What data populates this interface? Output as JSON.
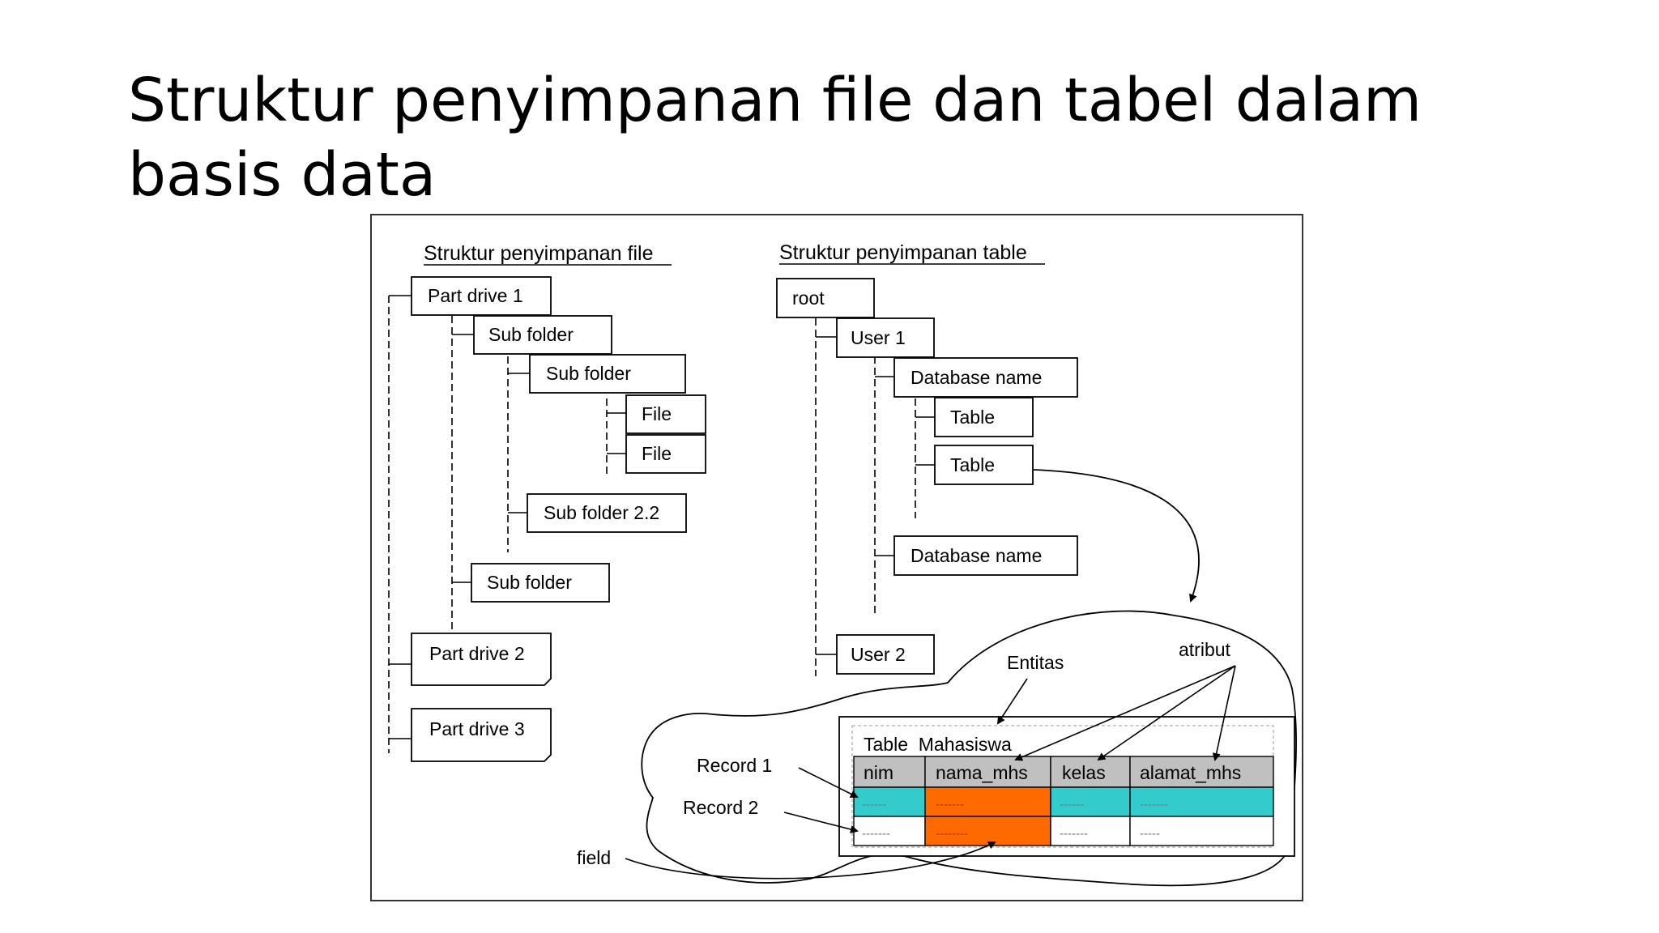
{
  "slide": {
    "title": "Struktur penyimpanan file dan tabel dalam basis data"
  },
  "file_structure": {
    "heading": "Struktur penyimpanan file",
    "part_drive_1": "Part drive 1",
    "sub_folder_a": "Sub folder",
    "sub_folder_b": "Sub folder",
    "file_1": "File",
    "file_2": "File",
    "sub_folder_2_2": "Sub folder 2.2",
    "sub_folder_c": "Sub folder",
    "part_drive_2": "Part drive 2",
    "part_drive_3": "Part drive 3"
  },
  "table_structure": {
    "heading": "Struktur penyimpanan table",
    "root": "root",
    "user_1": "User 1",
    "database_1": "Database  name",
    "table_1": "Table",
    "table_2": "Table",
    "database_2": "Database name",
    "user_2": "User 2"
  },
  "table_detail": {
    "entitas_label": "Entitas",
    "atribut_label": "atribut",
    "record_1_label": "Record 1",
    "record_2_label": "Record 2",
    "field_label": "field",
    "table_caption": "Table  Mahasiswa",
    "columns": [
      "nim",
      "nama_mhs",
      "kelas",
      "alamat_mhs"
    ],
    "row_1_cells": [
      "------",
      "-------",
      "------",
      "-------"
    ],
    "row_2_cells": [
      "-------",
      "--------",
      "-------",
      "-----"
    ]
  },
  "colors": {
    "header_fill": "#c0c0c0",
    "record_highlight": "#33cccc",
    "field_highlight": "#ff6a00"
  }
}
